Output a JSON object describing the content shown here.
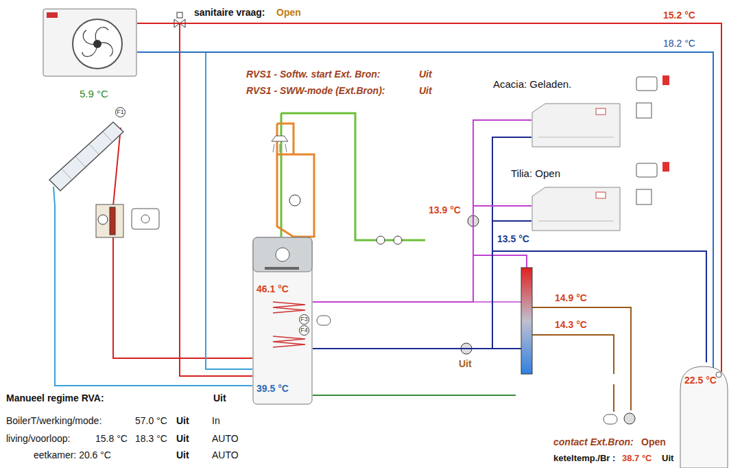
{
  "diagram": {
    "nodes": [
      {
        "text": [
          "5.9 °C"
        ]
      },
      {
        "text": [
          "46.1 °C",
          "39.5 °C"
        ]
      },
      {
        "text": [
          "Acacia:  Geladen."
        ]
      },
      {
        "text": [
          "Tilia: Open"
        ]
      },
      {
        "text": [
          "22.5 °C"
        ]
      }
    ],
    "edges": [
      {
        "from": 0,
        "to": 1,
        "arrow": "none"
      },
      {
        "from": 1,
        "to": 0,
        "arrow": "none"
      },
      {
        "from": 0,
        "to": 4,
        "arrow": "none"
      },
      {
        "from": 4,
        "to": 0,
        "arrow": "none"
      },
      {
        "from": 1,
        "to": 2,
        "arrow": "none"
      },
      {
        "from": 2,
        "to": 1,
        "arrow": "none"
      },
      {
        "from": 1,
        "to": 3,
        "arrow": "none"
      },
      {
        "from": 3,
        "to": 1,
        "arrow": "none"
      }
    ],
    "labels": [
      "sanitaire vraag:",
      "Open",
      "15.2 °C",
      "18.2 °C",
      "F1",
      "RVS1 - Softw. start Ext. Bron:",
      "Uit",
      "RVS1 - SWW-mode (Ext.Bron):",
      "Uit",
      "13.9 °C",
      "13.5 °C",
      "F3",
      "F4",
      "14.9 °C",
      "14.3 °C",
      "Uit",
      "Manueel regime RVA:",
      "Uit",
      "BoilerT/werking/mode:",
      "57.0 °C",
      "Uit",
      "In",
      "living/voorloop:",
      "15.8 °C",
      "18.3 °C",
      "Uit",
      "AUTO",
      "eetkamer: 20.6 °C",
      "Uit",
      "AUTO",
      "contact Ext.Bron:",
      "Open",
      "keteltemp./Br :",
      "38.7 °C",
      "Uit"
    ]
  }
}
